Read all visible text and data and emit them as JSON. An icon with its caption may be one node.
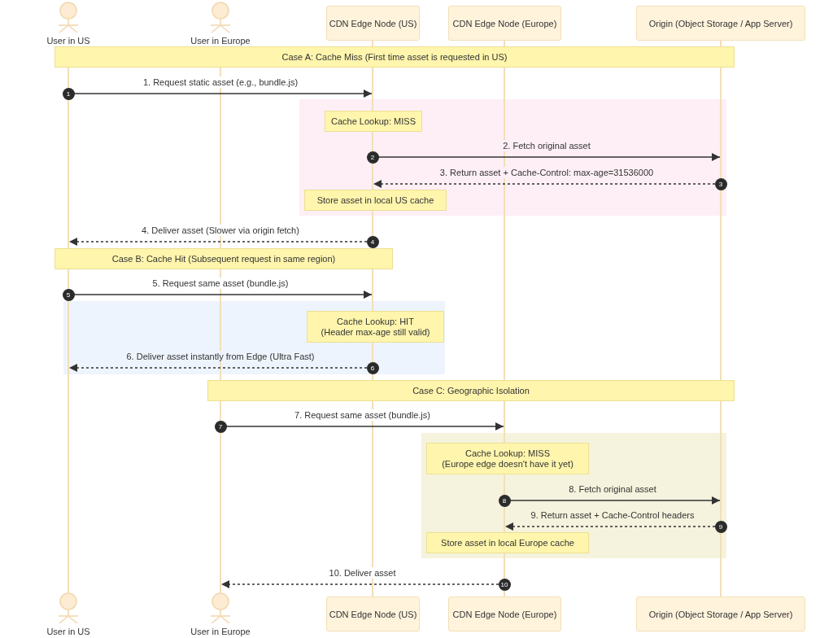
{
  "diagram": {
    "nodes": [
      {
        "text": [
          "User in US"
        ]
      },
      {
        "text": [
          "User in Europe"
        ]
      },
      {
        "text": [
          "CDN Edge Node (US)"
        ]
      },
      {
        "text": [
          "CDN Edge Node (Europe)"
        ]
      },
      {
        "text": [
          "Origin (Object Storage / App Server)"
        ]
      },
      {
        "text": [],
        "shape": "bar"
      },
      {
        "text": [],
        "shape": "bar"
      },
      {
        "text": [],
        "shape": "bar"
      },
      {
        "text": [],
        "shape": "bar"
      },
      {
        "text": [],
        "shape": "bar"
      },
      {
        "text": [
          "Case A: Cache Miss (First time asset is requested in US)"
        ]
      },
      {
        "text": [
          "Cache Lookup: MISS"
        ]
      },
      {
        "text": [
          "Store asset in local US cache"
        ]
      },
      {
        "text": [
          "Case B: Cache Hit (Subsequent request in same region)"
        ]
      },
      {
        "text": [
          "Cache Lookup: HIT (Header max-age still valid)"
        ]
      },
      {
        "text": [
          "Case C: Geographic Isolation"
        ]
      },
      {
        "text": [
          "Cache Lookup: MISS (Europe edge doesn't have it yet)"
        ]
      },
      {
        "text": [
          "Store asset in local Europe cache"
        ]
      },
      {
        "text": [
          "User in US"
        ]
      },
      {
        "text": [
          "User in Europe"
        ]
      },
      {
        "text": [
          "CDN Edge Node (US)"
        ]
      },
      {
        "text": [
          "CDN Edge Node (Europe)"
        ]
      },
      {
        "text": [
          "Origin (Object Storage / App Server)"
        ]
      }
    ],
    "edges": [
      {
        "from": 5,
        "to": 7,
        "arrow": "to",
        "label": "1. Request static asset (e.g., bundle.js)"
      },
      {
        "from": 7,
        "to": 9,
        "arrow": "to",
        "label": "2. Fetch original asset"
      },
      {
        "from": 9,
        "to": 7,
        "arrow": "to",
        "style": "dashed",
        "label": "3. Return asset + Cache-Control: max-age=31536000"
      },
      {
        "from": 7,
        "to": 5,
        "arrow": "to",
        "style": "dashed",
        "label": "4. Deliver asset (Slower via origin fetch)"
      },
      {
        "from": 5,
        "to": 7,
        "arrow": "to",
        "label": "5. Request same asset (bundle.js)"
      },
      {
        "from": 7,
        "to": 5,
        "arrow": "to",
        "style": "dashed",
        "label": "6. Deliver asset instantly from Edge (Ultra Fast)"
      },
      {
        "from": 6,
        "to": 8,
        "arrow": "to",
        "label": "7. Request same asset (bundle.js)"
      },
      {
        "from": 8,
        "to": 9,
        "arrow": "to",
        "label": "8. Fetch original asset"
      },
      {
        "from": 9,
        "to": 8,
        "arrow": "to",
        "style": "dashed",
        "label": "9. Return asset + Cache-Control headers"
      },
      {
        "from": 8,
        "to": 6,
        "arrow": "to",
        "style": "dashed",
        "label": "10. Deliver asset"
      }
    ],
    "labels": [
      "1",
      "2",
      "3",
      "4",
      "5",
      "6",
      "7",
      "8",
      "9",
      "10"
    ]
  }
}
